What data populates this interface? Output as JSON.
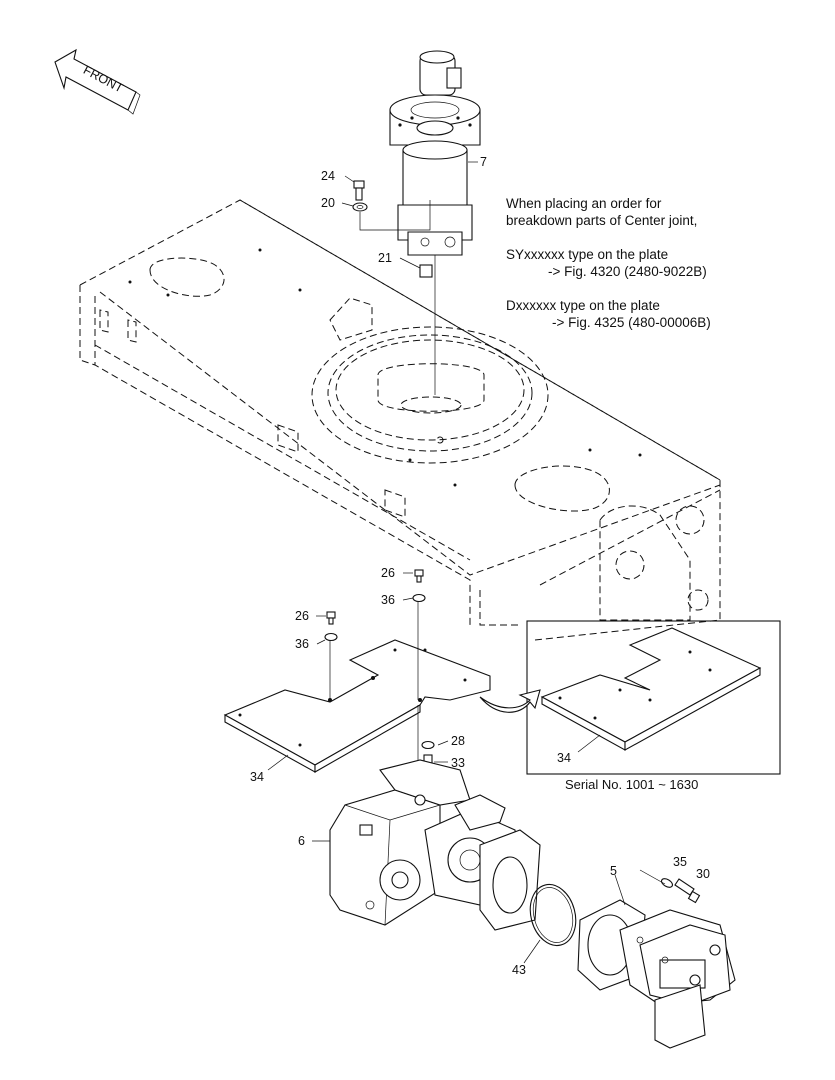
{
  "front_label": "FRONT",
  "note": {
    "line1": "When placing an order for",
    "line2": "breakdown parts of Center joint,",
    "line3": "SYxxxxxx type on the plate",
    "line4": "-> Fig. 4320 (2480-9022B)",
    "line5": "Dxxxxxx type on the plate",
    "line6": "-> Fig. 4325 (480-00006B)"
  },
  "inset": {
    "serial": "Serial No. 1001 ~ 1630",
    "part": "34"
  },
  "callouts": {
    "c7": "7",
    "c24": "24",
    "c20": "20",
    "c21": "21",
    "c26a": "26",
    "c36a": "36",
    "c26b": "26",
    "c36b": "36",
    "c34": "34",
    "c28": "28",
    "c33": "33",
    "c6": "6",
    "c5": "5",
    "c35": "35",
    "c30": "30",
    "c43": "43"
  },
  "colors": {
    "line": "#111111",
    "background": "#ffffff"
  }
}
